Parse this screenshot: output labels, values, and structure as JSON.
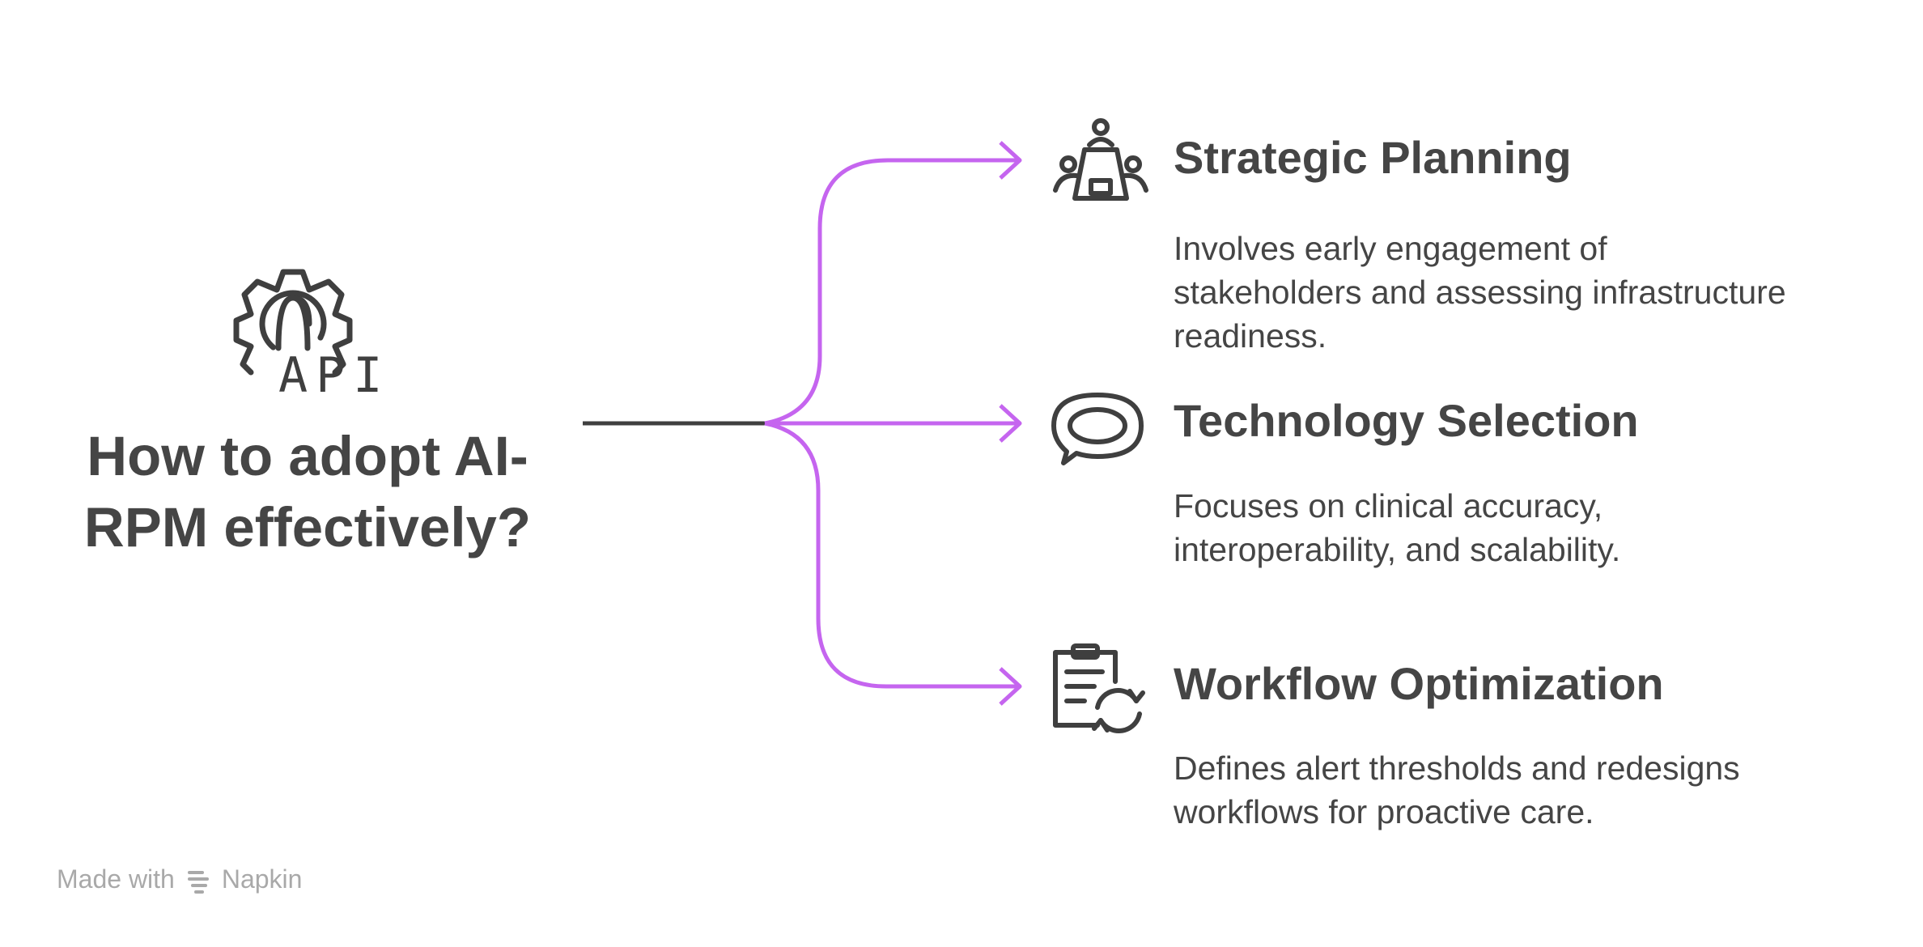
{
  "main": {
    "icon": "gear-api-icon",
    "icon_text": "API",
    "title_line1": "How to adopt AI-",
    "title_line2": "RPM effectively?"
  },
  "branches": [
    {
      "icon": "meeting-table-icon",
      "title": "Strategic Planning",
      "desc_line1": "Involves early engagement of",
      "desc_line2": "stakeholders and assessing infrastructure",
      "desc_line3": "readiness."
    },
    {
      "icon": "speech-bubble-icon",
      "title": "Technology Selection",
      "desc_line1": "Focuses on clinical accuracy,",
      "desc_line2": "interoperability, and scalability."
    },
    {
      "icon": "clipboard-refresh-icon",
      "title": "Workflow Optimization",
      "desc_line1": "Defines alert thresholds and redesigns",
      "desc_line2": "workflows for proactive care."
    }
  ],
  "colors": {
    "connector": "#c565ef",
    "stem": "#3f3f3f",
    "text": "#454545",
    "footer": "#a9a9a9"
  },
  "footer": {
    "made_with": "Made with",
    "brand": "Napkin",
    "brand_icon": "napkin-logo-icon"
  }
}
